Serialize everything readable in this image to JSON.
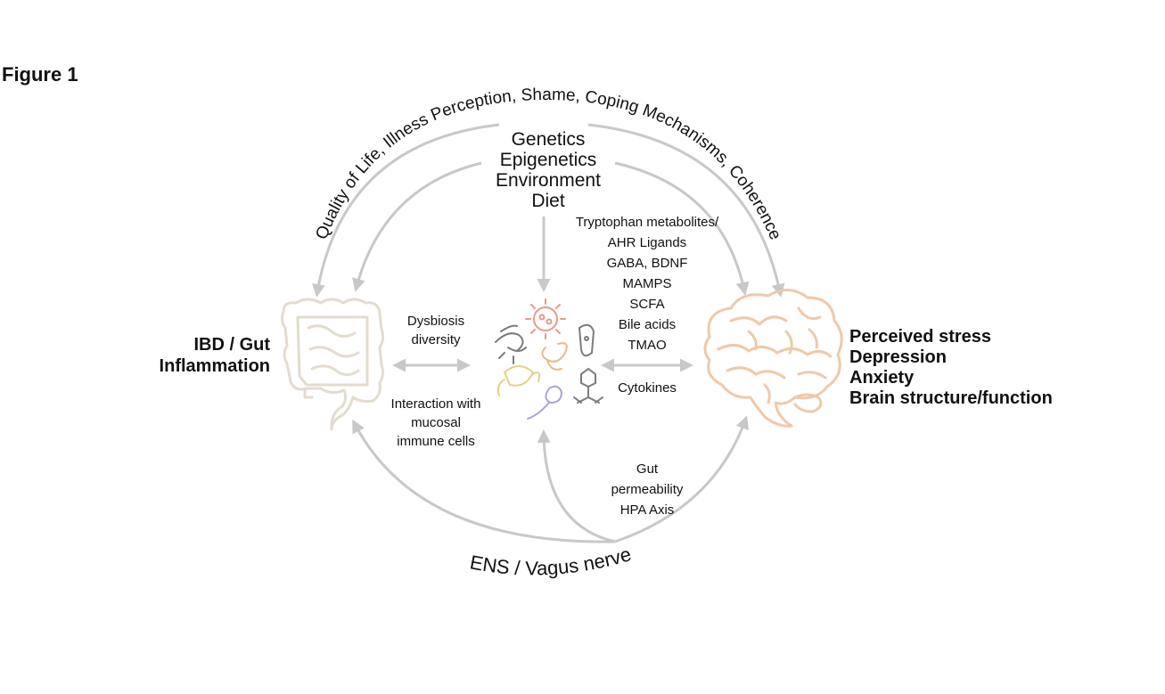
{
  "figure_label": "Figure 1",
  "top_arc_label": "Quality of Life, Illness Perception, Shame, Coping Mechanisms, Coherence",
  "bottom_arc_label": "ENS /  Vagus nerve",
  "factors": [
    "Genetics",
    "Epigenetics",
    "Environment",
    "Diet"
  ],
  "gut": {
    "label_lines": [
      "IBD / Gut",
      "Inflammation"
    ],
    "icon": "colon-icon",
    "color": "#e3dccf"
  },
  "brain": {
    "label_lines": [
      "Perceived stress",
      "Depression",
      "Anxiety",
      "Brain structure/function"
    ],
    "icon": "brain-icon",
    "color": "#efc9a8"
  },
  "microbiome": {
    "icon": "microbe-cluster-icon",
    "colors": [
      "#e69a8a",
      "#e8b987",
      "#e6cf8a",
      "#a9a4d6",
      "#9ab7d8",
      "#7c7c7c"
    ]
  },
  "gut_microbe_labels": {
    "upper": [
      "Dysbiosis",
      "diversity"
    ],
    "lower": [
      "Interaction with",
      "mucosal",
      "immune cells"
    ]
  },
  "microbe_brain_labels": {
    "upper": [
      "Tryptophan metabolites/",
      "AHR Ligands",
      "GABA, BDNF",
      "MAMPS",
      "SCFA",
      "Bile acids",
      "TMAO"
    ],
    "lower": [
      "Cytokines"
    ]
  },
  "bottom_center_labels": [
    "Gut",
    "permeability",
    "HPA Axis"
  ],
  "arrow_color": "#c8c8c8"
}
